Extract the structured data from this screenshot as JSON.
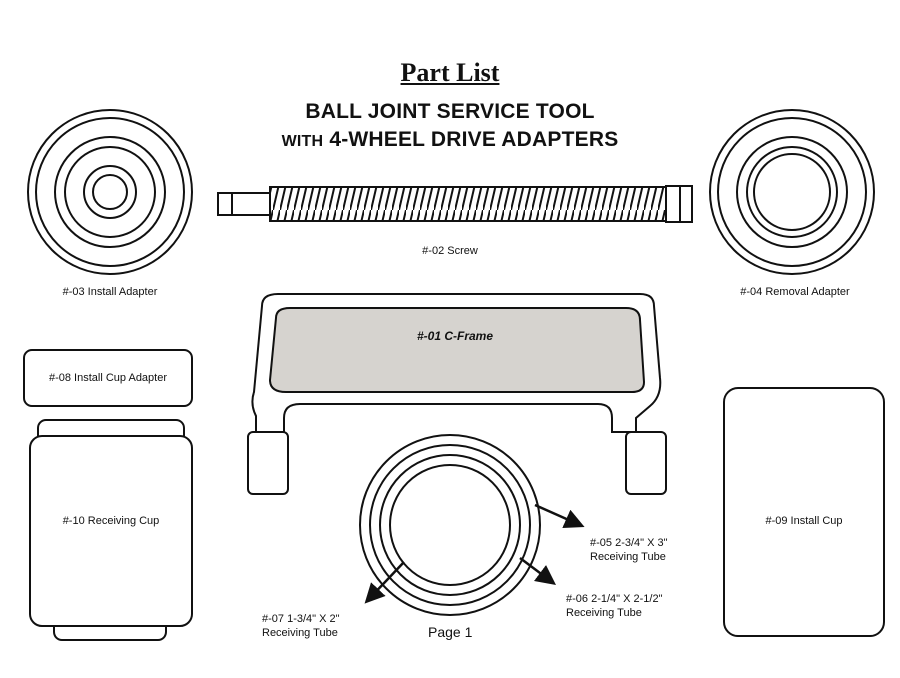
{
  "header": {
    "title": "Part List",
    "subtitle_line1": "BALL JOINT SERVICE TOOL",
    "subtitle_line2_prefix": "WITH",
    "subtitle_line2_main": "4-WHEEL DRIVE ADAPTERS"
  },
  "parts": {
    "c_frame": "#-01 C-Frame",
    "screw": "#-02 Screw",
    "install_adapter": "#-03 Install Adapter",
    "removal_adapter": "#-04 Removal Adapter",
    "tube_05_line1": "#-05 2-3/4\" X 3\"",
    "tube_05_line2": "Receiving Tube",
    "tube_06_line1": "#-06 2-1/4\" X 2-1/2\"",
    "tube_06_line2": "Receiving Tube",
    "tube_07_line1": "#-07 1-3/4\" X 2\"",
    "tube_07_line2": "Receiving Tube",
    "install_cup_adapter": "#-08 Install Cup Adapter",
    "install_cup": "#-09 Install Cup",
    "receiving_cup": "#-10 Receiving Cup"
  },
  "footer": {
    "page": "Page 1"
  },
  "colors": {
    "line": "#111111",
    "frame_fill": "#d6d3cf"
  }
}
